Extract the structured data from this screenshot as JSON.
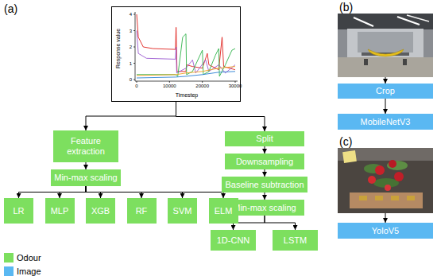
{
  "diagram": {
    "nodes": [
      {
        "text": [
          "Response value",
          "Timestep"
        ]
      },
      {
        "text": [
          "Feature extraction"
        ]
      },
      {
        "text": [
          "Split"
        ]
      },
      {
        "text": [
          "Min-max scaling"
        ]
      },
      {
        "text": [
          "Downsampling"
        ]
      },
      {
        "text": [
          "Baseline subtraction"
        ]
      },
      {
        "text": [
          "Min-max scaling"
        ]
      },
      {
        "text": [
          "LR"
        ]
      },
      {
        "text": [
          "MLP"
        ]
      },
      {
        "text": [
          "XGB"
        ]
      },
      {
        "text": [
          "RF"
        ]
      },
      {
        "text": [
          "SVM"
        ]
      },
      {
        "text": [
          "ELM"
        ]
      },
      {
        "text": [
          "1D-CNN"
        ]
      },
      {
        "text": [
          "LSTM"
        ]
      },
      {
        "text": [
          "Crop"
        ]
      },
      {
        "text": [
          "MobileNetV3"
        ]
      },
      {
        "text": [
          "YoloV5"
        ]
      }
    ],
    "edges": [
      {
        "from": 0,
        "to": 1,
        "arrow": "to"
      },
      {
        "from": 0,
        "to": 2,
        "arrow": "to"
      },
      {
        "from": 1,
        "to": 3,
        "arrow": "to"
      },
      {
        "from": 3,
        "to": 7,
        "arrow": "to"
      },
      {
        "from": 3,
        "to": 8,
        "arrow": "to"
      },
      {
        "from": 3,
        "to": 9,
        "arrow": "to"
      },
      {
        "from": 3,
        "to": 10,
        "arrow": "to"
      },
      {
        "from": 3,
        "to": 11,
        "arrow": "to"
      },
      {
        "from": 3,
        "to": 12,
        "arrow": "to"
      },
      {
        "from": 2,
        "to": 4,
        "arrow": "to"
      },
      {
        "from": 4,
        "to": 5,
        "arrow": "to"
      },
      {
        "from": 5,
        "to": 6,
        "arrow": "to"
      },
      {
        "from": 6,
        "to": 13,
        "arrow": "to"
      },
      {
        "from": 6,
        "to": 14,
        "arrow": "to"
      },
      {
        "from": 15,
        "to": 16,
        "arrow": "to"
      }
    ],
    "labels": [
      "(a)",
      "(b)",
      "(c)",
      "0",
      "1",
      "2",
      "3",
      "4",
      "0",
      "10000",
      "20000",
      "30000"
    ],
    "legend": [
      {
        "text": "Odour",
        "color": "#7ddf5f"
      },
      {
        "text": "Image",
        "color": "#5ab8f2"
      }
    ]
  }
}
